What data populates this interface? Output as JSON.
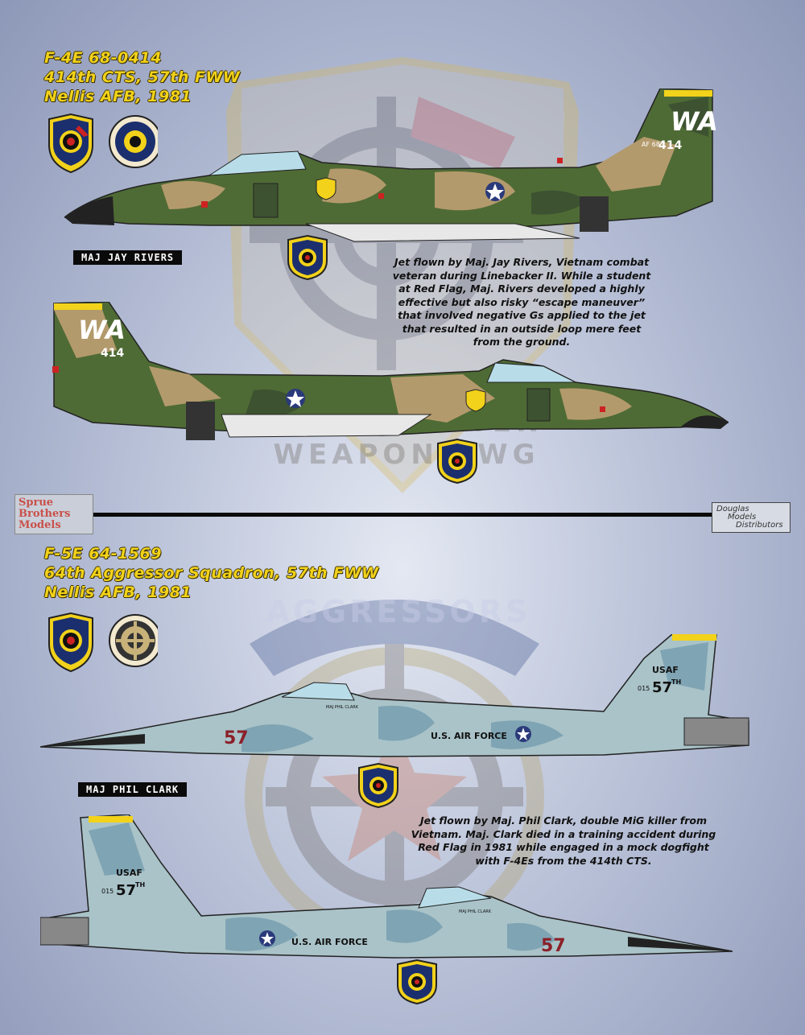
{
  "f4": {
    "heading": [
      "F-4E  68-0414",
      "414th CTS, 57th FWW",
      "Nellis AFB, 1981"
    ],
    "pilot_tag": "MAJ JAY RIVERS",
    "tail_code": "WA",
    "tail_serial_small": "AF 68",
    "tail_number": "414",
    "story": [
      "Jet flown by Maj. Jay Rivers, Vietnam combat",
      "veteran during Linebacker II. While a student",
      "at Red Flag, Maj. Rivers developed a highly",
      "effective but also risky “escape maneuver”",
      "that involved negative Gs applied to the jet",
      "that resulted in an outside loop mere feet",
      "from the ground."
    ]
  },
  "f5": {
    "heading": [
      "F-5E 64-1569",
      "64th Aggressor Squadron, 57th FWW",
      "Nellis AFB, 1981"
    ],
    "pilot_tag": "MAJ PHIL CLARK",
    "nose_number": "57",
    "fuselage_text": "U.S. AIR FORCE",
    "tail_usaf": "USAF",
    "tail_serial": "015",
    "tail_sq": "57",
    "tail_sq_sup": "TH",
    "canopy_name": "MAJ PHIL CLARK",
    "story": [
      "Jet flown by Maj. Phil Clark, double MiG killer from",
      "Vietnam. Maj. Clark died in a training accident during",
      "Red Flag in 1981 while engaged in a mock dogfight",
      "with F-4Es from the 414th CTS."
    ]
  },
  "watermark": {
    "top_arc": "57th FIGHTER WEAPONS WG",
    "mid_arc": "AGGRESSORS"
  },
  "logos": {
    "left": [
      "Sprue",
      "Brothers",
      "Models"
    ],
    "right": [
      "Douglas",
      "Models",
      "Distributors"
    ]
  },
  "colors": {
    "heading": "#f2d21a",
    "camo_green": "#4f6b35",
    "camo_tan": "#b39a6c",
    "camo_dark": "#3d5230",
    "aggressor_blue": "#7fa4b4",
    "aggressor_light": "#a9c3c8",
    "aggressor_red": "#8c1f28"
  }
}
